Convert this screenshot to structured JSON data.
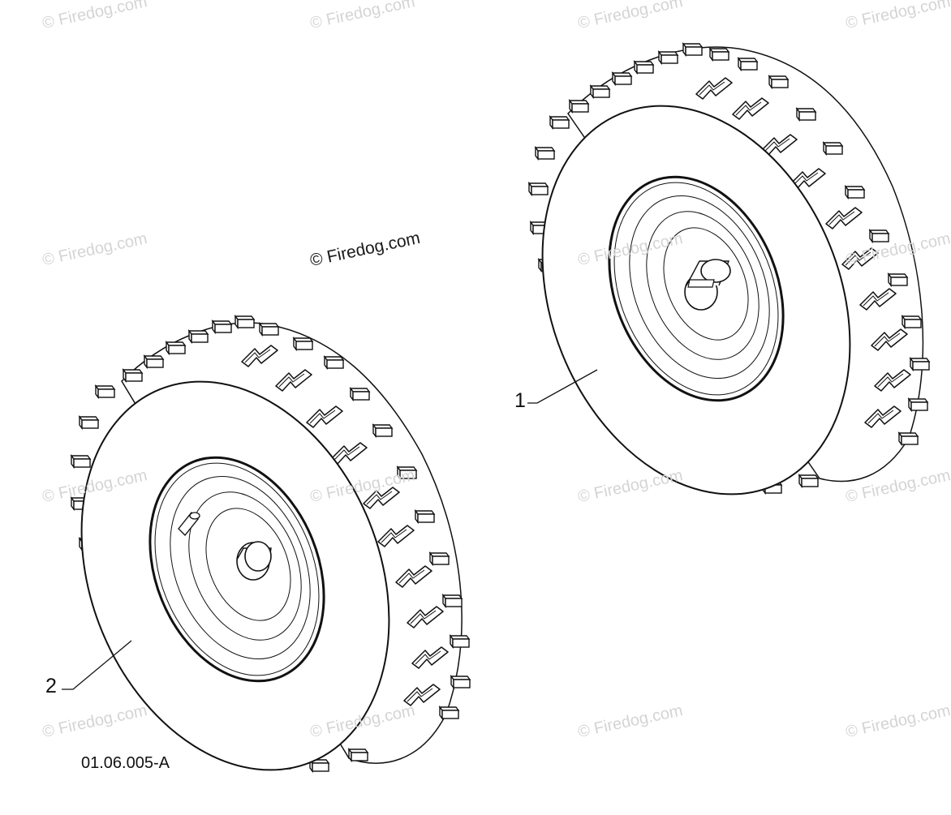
{
  "watermark": {
    "text": "© Firedog.com",
    "center_text": "© Firedog.com"
  },
  "callouts": {
    "part_1": "1",
    "part_2": "2"
  },
  "figure_code": "01.06.005-A",
  "colors": {
    "line": "#111111",
    "watermark": "#d4d4d4"
  }
}
